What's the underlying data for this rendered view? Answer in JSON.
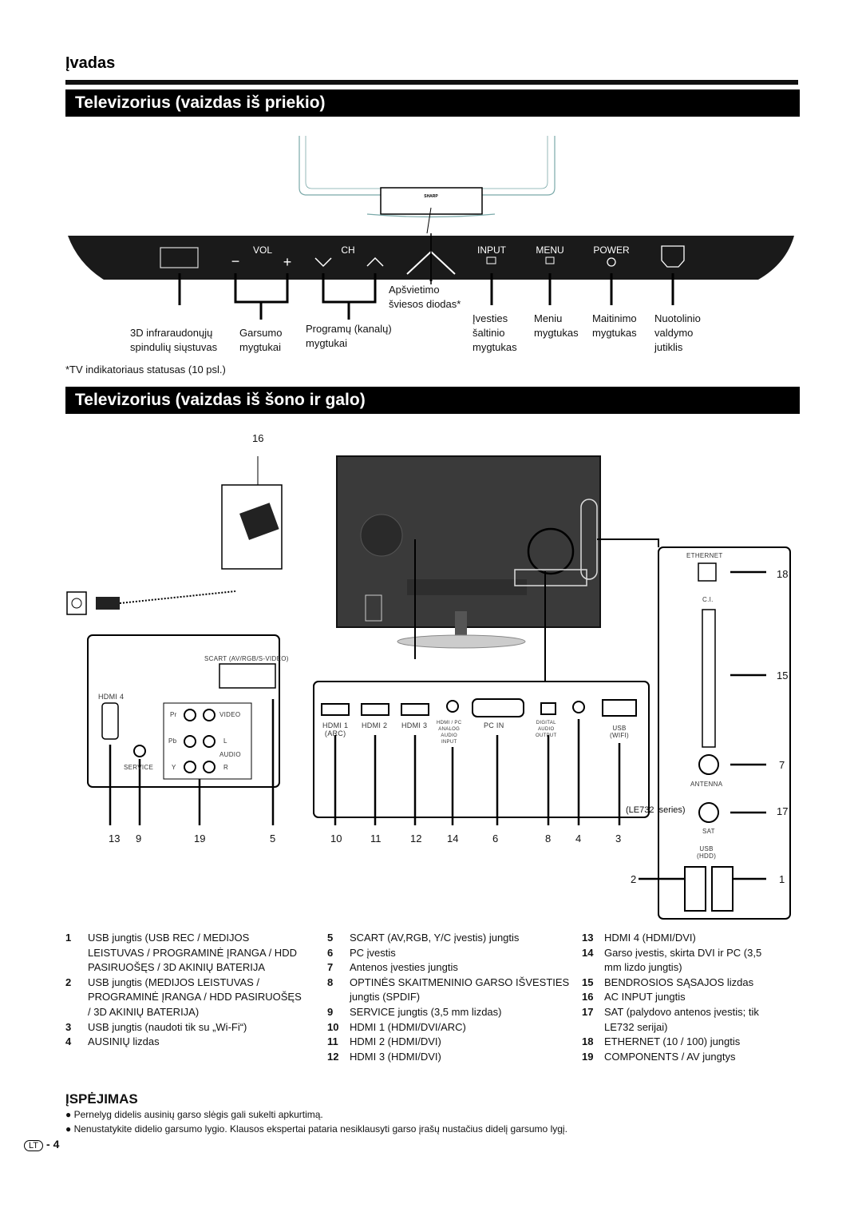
{
  "section": "Įvadas",
  "front": {
    "title": "Televizorius (vaizdas iš priekio)",
    "brand": "SHARP",
    "panel": {
      "vol": "VOL",
      "ch": "CH",
      "input": "INPUT",
      "menu": "MENU",
      "power": "POWER"
    },
    "labels": {
      "ir": "3D infraraudonųjų\nspindulių siųstuvas",
      "volume": "Garsumo\nmygtukai",
      "channel": "Programų (kanalų)\nmygtukai",
      "led": "Apšvietimo\nšviesos diodas*",
      "input": "Įvesties\nšaltinio\nmygtukas",
      "menu": "Meniu\nmygtukas",
      "power": "Maitinimo\nmygtukas",
      "remote": "Nuotolinio\nvaldymo\njutiklis"
    },
    "footnote": "*TV indikatoriaus statusas (10 psl.)"
  },
  "back": {
    "title": "Televizorius (vaizdas iš šono ir galo)",
    "left_panel": {
      "scart": "SCART (AV/RGB/S-VIDEO)",
      "hdmi4": "HDMI 4",
      "service": "SERVICE",
      "pr": "Pr",
      "pb": "Pb",
      "y": "Y",
      "video": "VIDEO",
      "l": "L",
      "r": "R",
      "audio": "AUDIO"
    },
    "mid_panel": {
      "hdmi1": "HDMI 1\n(ARC)",
      "hdmi2": "HDMI 2",
      "hdmi3": "HDMI 3",
      "hdmipc": "HDMI / PC\nANALOG\nAUDIO\nINPUT",
      "pcin": "PC IN",
      "digital": "DIGITAL\nAUDIO\nOUTPUT",
      "usb": "USB\n(WIFI)"
    },
    "right_panel": {
      "ethernet": "ETHERNET",
      "ci": "C.I.",
      "antenna": "ANTENNA",
      "le732": "(LE732  series)",
      "sat": "SAT",
      "usbhdd": "USB\n(HDD)"
    },
    "callouts": {
      "n16": "16",
      "n13": "13",
      "n9": "9",
      "n19": "19",
      "n5": "5",
      "n10": "10",
      "n11": "11",
      "n12": "12",
      "n14": "14",
      "n6": "6",
      "n8": "8",
      "n4": "4",
      "n3": "3",
      "n18": "18",
      "n15": "15",
      "n7": "7",
      "n17": "17",
      "n2": "2",
      "n1": "1"
    }
  },
  "list_col1": [
    {
      "n": "1",
      "t": "USB jungtis (USB REC / MEDIJOS LEISTUVAS / PROGRAMINĖ ĮRANGA / HDD PASIRUOŠĘS / 3D AKINIŲ BATERIJA"
    },
    {
      "n": "2",
      "t": "USB jungtis (MEDIJOS LEISTUVAS / PROGRAMINĖ ĮRANGA / HDD PASIRUOŠĘS / 3D AKINIŲ BATERIJA)"
    },
    {
      "n": "3",
      "t": "USB jungtis (naudoti tik su „Wi-Fi“)"
    },
    {
      "n": "4",
      "t": "AUSINIŲ lizdas"
    }
  ],
  "list_col2": [
    {
      "n": "5",
      "t": "SCART (AV,RGB, Y/C įvestis) jungtis"
    },
    {
      "n": "6",
      "t": "PC įvestis"
    },
    {
      "n": "7",
      "t": "Antenos įvesties jungtis"
    },
    {
      "n": "8",
      "t": "OPTINĖS SKAITMENINIO GARSO IŠVESTIES jungtis (SPDIF)"
    },
    {
      "n": "9",
      "t": "SERVICE jungtis (3,5 mm lizdas)"
    },
    {
      "n": "10",
      "t": "HDMI 1 (HDMI/DVI/ARC)"
    },
    {
      "n": "11",
      "t": "HDMI 2 (HDMI/DVI)"
    },
    {
      "n": "12",
      "t": "HDMI 3 (HDMI/DVI)"
    }
  ],
  "list_col3": [
    {
      "n": "13",
      "t": "HDMI 4 (HDMI/DVI)"
    },
    {
      "n": "14",
      "t": "Garso įvestis, skirta DVI ir PC (3,5 mm lizdo jungtis)"
    },
    {
      "n": "15",
      "t": "BENDROSIOS SĄSAJOS lizdas"
    },
    {
      "n": "16",
      "t": "AC INPUT jungtis"
    },
    {
      "n": "17",
      "t": "SAT (palydovo antenos įvestis; tik LE732 serijai)"
    },
    {
      "n": "18",
      "t": "ETHERNET (10 / 100) jungtis"
    },
    {
      "n": "19",
      "t": "COMPONENTS / AV jungtys"
    }
  ],
  "warning": {
    "title": "ĮSPĖJIMAS",
    "items": [
      "Pernelyg didelis ausinių garso slėgis gali sukelti apkurtimą.",
      "Nenustatykite didelio garsumo lygio. Klausos ekspertai pataria nesiklausyti garso įrašų nustačius didelį garsumo lygį."
    ]
  },
  "page": {
    "lang": "LT",
    "number": "- 4"
  }
}
